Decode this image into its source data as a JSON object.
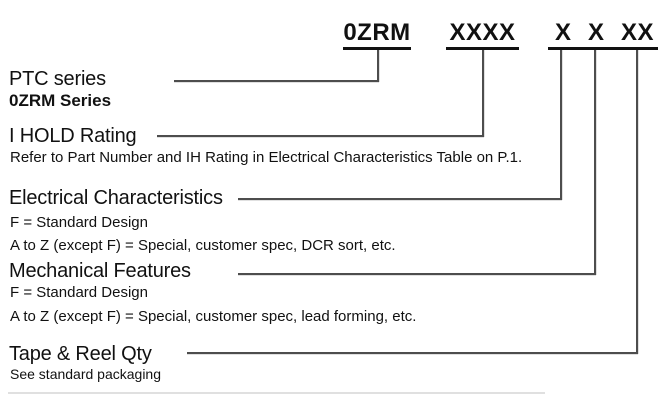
{
  "colors": {
    "text": "#111111",
    "connector": "#4d4d4d",
    "underline": "#111111",
    "background": "#ffffff"
  },
  "part_number": {
    "segments": [
      {
        "text": "0ZRM"
      },
      {
        "text": "XXXX"
      },
      {
        "group": [
          "X",
          "X",
          "XX"
        ]
      }
    ]
  },
  "sections": [
    {
      "title": "PTC series",
      "lines": [
        "0ZRM Series"
      ]
    },
    {
      "title": "I HOLD Rating",
      "lines": [
        "Refer to Part Number and IH Rating in Electrical Characteristics Table on P.1."
      ]
    },
    {
      "title": "Electrical Characteristics",
      "lines": [
        "F = Standard Design",
        "A to Z (except F) = Special, customer spec, DCR sort, etc."
      ]
    },
    {
      "title": "Mechanical Features",
      "lines": [
        "F = Standard Design",
        "A to Z (except F) = Special, customer spec, lead forming, etc."
      ]
    },
    {
      "title": "Tape & Reel Qty",
      "lines": [
        "See standard packaging"
      ]
    }
  ]
}
